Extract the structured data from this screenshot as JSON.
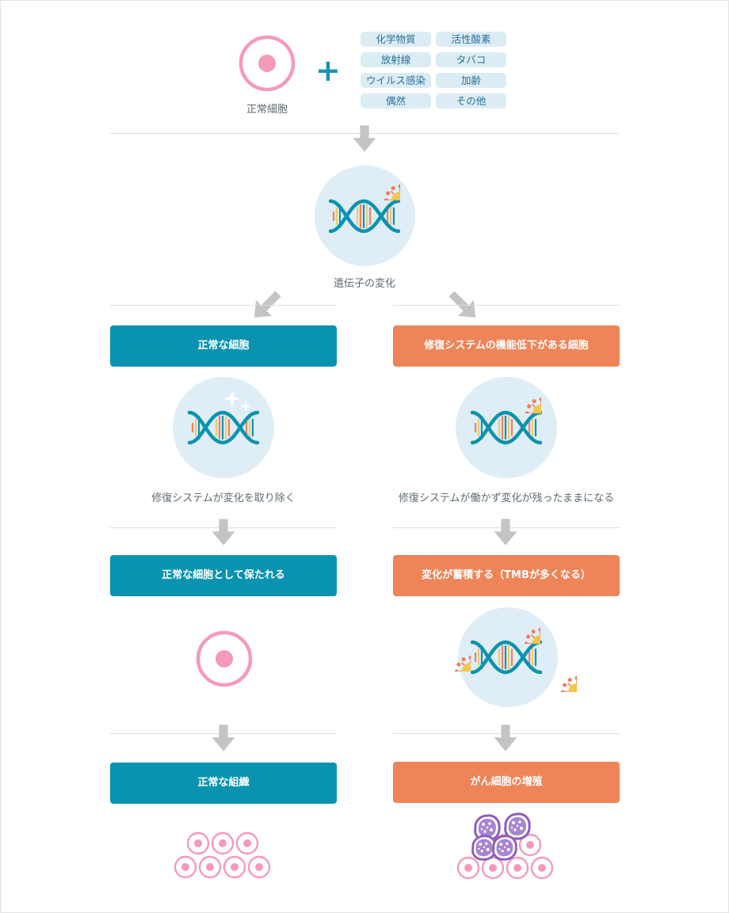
{
  "top": {
    "normal_cell_label": "正常細胞",
    "factors": [
      "化学物質",
      "活性酸素",
      "放射線",
      "タバコ",
      "ウイルス感染",
      "加齢",
      "偶然",
      "その他"
    ]
  },
  "gene_change_label": "遺伝子の変化",
  "left": {
    "box1": "正常な細胞",
    "caption1": "修復システムが変化を取り除く",
    "box2": "正常な細胞として保たれる",
    "box3": "正常な組織"
  },
  "right": {
    "box1": "修復システムの機能低下がある細胞",
    "caption1": "修復システムが働かず変化が残ったままになる",
    "box2": "変化が蓄積する（TMBが多くなる）",
    "box3": "がん細胞の増殖"
  },
  "colors": {
    "teal": "#0a93b0",
    "orange": "#ef8459",
    "pink": "#f59ab8",
    "pill_bg": "#dcecf5",
    "circle_bg": "#dfedf6",
    "arrow": "#c4c4c4",
    "cancer_purple": "#8d5bc0"
  },
  "icons": [
    "cell-icon",
    "plus-icon",
    "dna-icon",
    "mutagen-icon",
    "sparkle-icon",
    "arrow-down-icon",
    "tissue-icon",
    "cancer-cells-icon"
  ]
}
